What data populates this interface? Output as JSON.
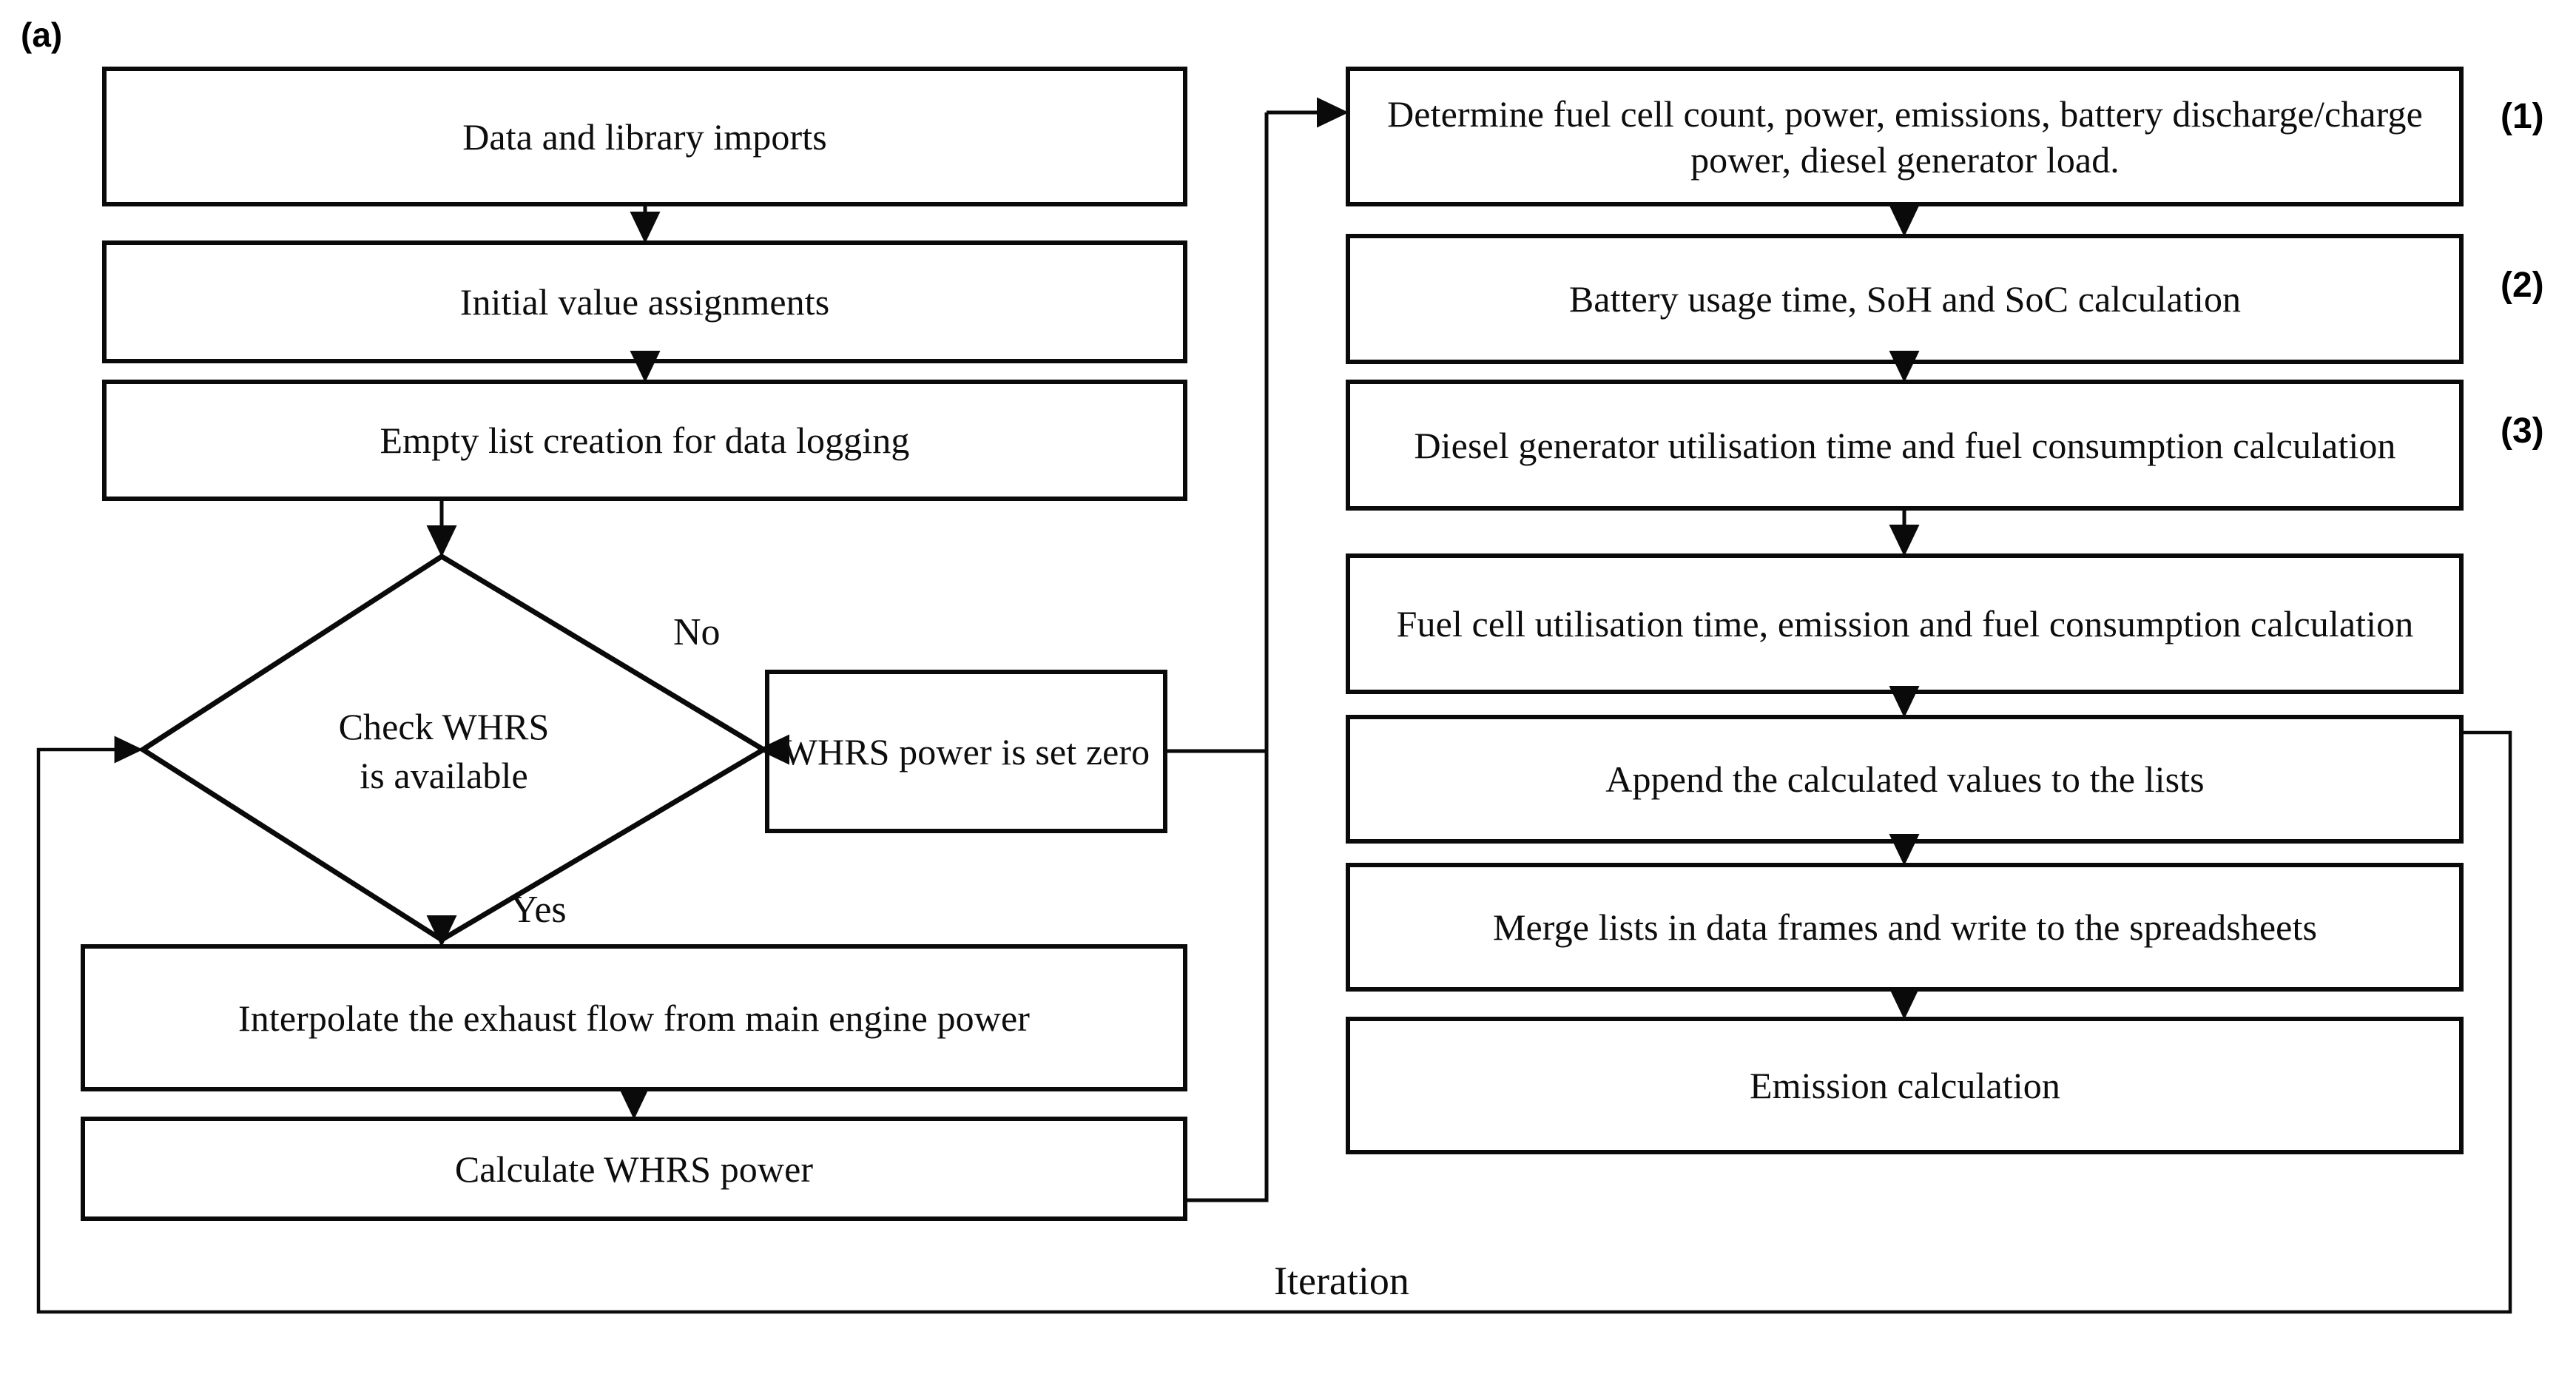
{
  "figure": {
    "panel_label": "(a)",
    "type": "flowchart",
    "background": "#ffffff",
    "stroke_color": "#0a0a0a",
    "text_color": "#0d0d0d"
  },
  "left_column": {
    "nodes": [
      {
        "id": "data-imports",
        "shape": "rect",
        "label": "Data and library imports"
      },
      {
        "id": "initial-values",
        "shape": "rect",
        "label": "Initial value assignments"
      },
      {
        "id": "empty-lists",
        "shape": "rect",
        "label": "Empty list creation for data logging"
      },
      {
        "id": "check-whrs",
        "shape": "diamond",
        "label": "Check WHRS is available"
      },
      {
        "id": "whrs-zero",
        "shape": "rect",
        "label": "WHRS power is set zero"
      },
      {
        "id": "interpolate-exhaust",
        "shape": "rect",
        "label": "Interpolate the exhaust flow from main engine power"
      },
      {
        "id": "calculate-whrs",
        "shape": "rect",
        "label": "Calculate WHRS power"
      }
    ],
    "decision_labels": {
      "no": "No",
      "yes": "Yes"
    }
  },
  "right_column": {
    "nodes": [
      {
        "id": "determine-fuel-cell",
        "shape": "rect",
        "label": "Determine fuel cell count, power, emissions, battery discharge/charge power, diesel generator load.",
        "step": "(1)"
      },
      {
        "id": "battery-soh-soc",
        "shape": "rect",
        "label": "Battery usage time, SoH and SoC calculation",
        "step": "(2)"
      },
      {
        "id": "diesel-generator",
        "shape": "rect",
        "label": "Diesel generator utilisation time and fuel consumption calculation",
        "step": "(3)"
      },
      {
        "id": "fuel-cell-utilisation",
        "shape": "rect",
        "label": "Fuel cell utilisation time, emission and fuel consumption calculation",
        "step": ""
      },
      {
        "id": "append-values",
        "shape": "rect",
        "label": "Append the calculated values to the lists",
        "step": ""
      },
      {
        "id": "merge-lists",
        "shape": "rect",
        "label": "Merge lists in data frames and write to the spreadsheets",
        "step": ""
      },
      {
        "id": "emission-calculation",
        "shape": "rect",
        "label": "Emission calculation",
        "step": ""
      }
    ]
  },
  "loop": {
    "label": "Iteration"
  }
}
